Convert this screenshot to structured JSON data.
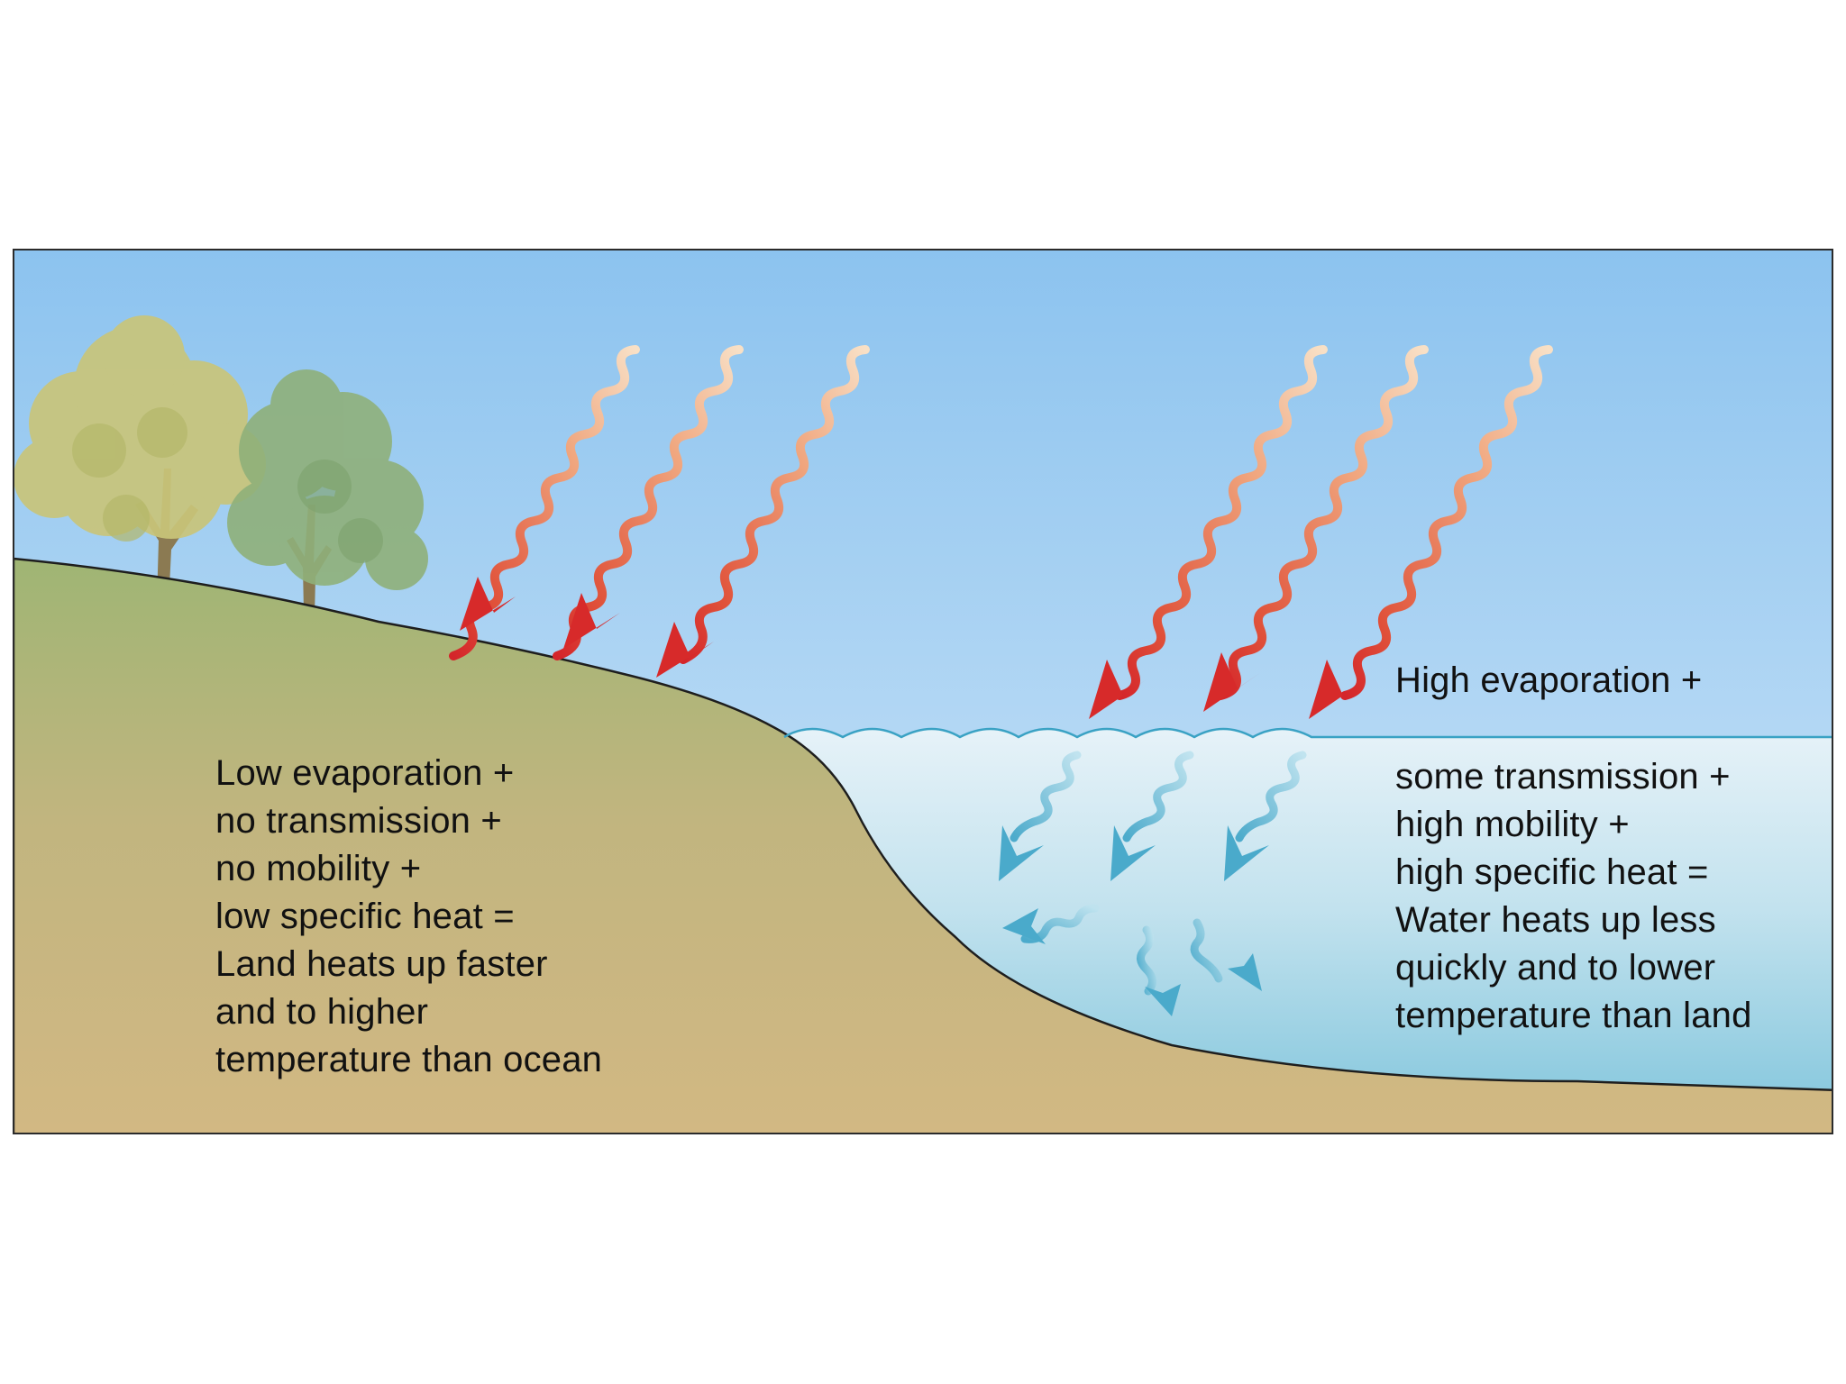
{
  "land_text": [
    "Low evaporation +",
    "no transmission +",
    "no mobility +",
    "low specific heat =",
    "Land heats up faster",
    "and to higher",
    "temperature than ocean"
  ],
  "water_text_top": "High evaporation +",
  "water_text": [
    "some transmission +",
    "high mobility +",
    "high specific heat =",
    "Water heats up less",
    "quickly and to lower",
    "temperature than land"
  ],
  "colors": {
    "sky_top": "#8cc3ef",
    "sky_bottom": "#cfe6f8",
    "land_top": "#9fb574",
    "land_bottom": "#d1b782",
    "water_top": "#e2f0f7",
    "water_bottom": "#93cde0",
    "sun_arrow_light": "#f7d8bd",
    "sun_arrow_dark": "#d9302c",
    "water_arrow": "#4aaacb"
  },
  "icons": [
    "tree-icon",
    "sun-ray-arrow-icon",
    "water-heat-arrow-icon"
  ]
}
